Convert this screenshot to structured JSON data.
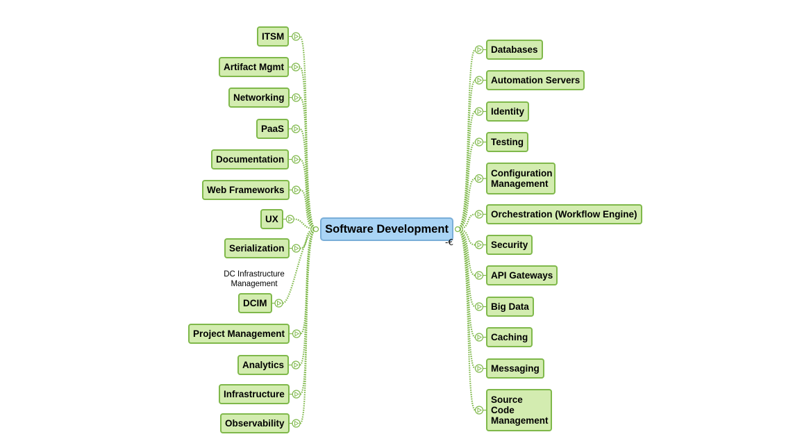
{
  "central_topic": "Software Development",
  "collapse_symbol": "-€",
  "left_topics": [
    "ITSM",
    "Artifact Mgmt",
    "Networking",
    "PaaS",
    "Documentation",
    "Web Frameworks",
    "UX",
    "Serialization",
    "DCIM",
    "Project Management",
    "Analytics",
    "Infrastructure",
    "Observability"
  ],
  "right_topics": [
    "Databases",
    "Automation Servers",
    "Identity",
    "Testing",
    "Configuration Management",
    "Orchestration (Workflow Engine)",
    "Security",
    "API Gateways",
    "Big Data",
    "Caching",
    "Messaging",
    "Source Code Management"
  ],
  "dcim_note": "DC Infrastructure Management",
  "colors": {
    "topic_fill": "#d3ecb0",
    "topic_border": "#7fb84a",
    "connector": "#7fb84a",
    "central_fill": "#a9d4f5",
    "central_border": "#7aaed8"
  },
  "icons": {
    "topic_marker": "play-triangle-circle-icon",
    "collapse": "collapse-toggle-icon"
  }
}
